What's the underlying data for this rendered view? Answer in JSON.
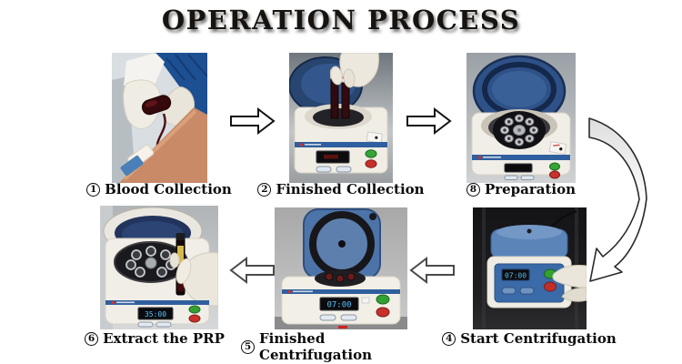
{
  "title": "OPERATION PROCESS",
  "steps": [
    {
      "num": "1",
      "label": "Blood Collection"
    },
    {
      "num": "2",
      "label": "Finished Collection"
    },
    {
      "num": "8",
      "label": "Preparation"
    },
    {
      "num": "4",
      "label": "Start Centrifugation"
    },
    {
      "num": "5",
      "label": "Finished Centrifugation"
    },
    {
      "num": "6",
      "label": "Extract the PRP"
    }
  ],
  "displays": {
    "start_centrifugation": "07:00",
    "finished_centrifugation": "07:00",
    "extract_prp": "35:00"
  },
  "colors": {
    "accent_blue": "#2f5f9e",
    "lid_blue": "#5b84b8",
    "navy": "#2b4a7a",
    "green_button": "#37a437",
    "red_button": "#c9302c",
    "blood_red": "#3c0d10",
    "plasma_yellow": "#d8b94a"
  }
}
